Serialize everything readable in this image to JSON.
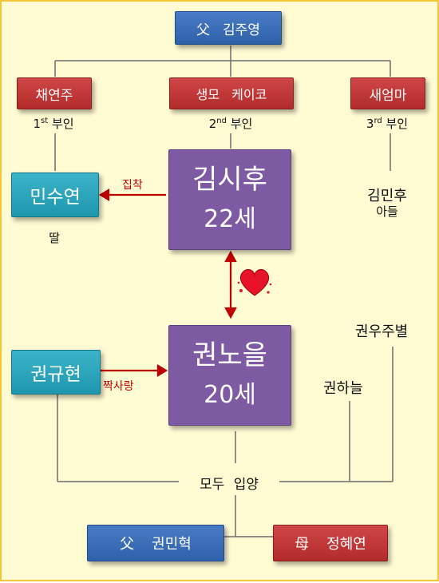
{
  "father_top": {
    "symbol": "父",
    "name": "김주영"
  },
  "wives": [
    {
      "name": "채연주",
      "caption_num": "1",
      "caption_sup": "st",
      "caption_rest": " 부인"
    },
    {
      "name": "생모 케이코",
      "caption_num": "2",
      "caption_sup": "nd",
      "caption_rest": " 부인"
    },
    {
      "name": "새엄마",
      "caption_num": "3",
      "caption_sup": "rd",
      "caption_rest": " 부인"
    }
  ],
  "daughter": {
    "name": "민수연",
    "caption": "딸"
  },
  "son": {
    "name": "김민후",
    "caption": "아들"
  },
  "male_lead": {
    "name": "김시후",
    "age": "22세"
  },
  "female_lead": {
    "name": "권노을",
    "age": "20세"
  },
  "obsession_label": "집착",
  "crush_label": "짝사랑",
  "admirer": {
    "name": "권규현"
  },
  "siblings": [
    "권우주별",
    "권하늘"
  ],
  "adopted_label": "모두 입양",
  "father_bottom": {
    "symbol": "父",
    "name": "권민혁"
  },
  "mother_bottom": {
    "symbol": "母",
    "name": "정혜연"
  },
  "colors": {
    "background": "#fffbd3",
    "border": "#f2c636",
    "blue": "#3a6db8",
    "red": "#c03434",
    "teal": "#2aa6bd",
    "purple": "#7e5aa3",
    "arrow": "#c00000",
    "heart": "#e8122a"
  }
}
